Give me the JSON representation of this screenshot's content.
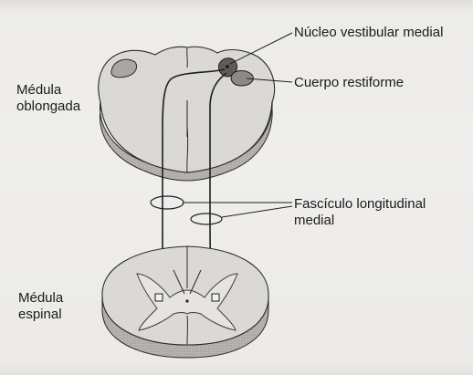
{
  "labels": {
    "medulla_oblongata": [
      "Médula",
      "oblongada"
    ],
    "vestibular_nucleus": "Núcleo vestibular medial",
    "restiform_body": "Cuerpo restiforme",
    "mlf": [
      "Fascículo longitudinal",
      "medial"
    ],
    "spinal_cord": [
      "Médula",
      "espinal"
    ]
  },
  "colors": {
    "tissue_fill": "#dcdad6",
    "tissue_shade": "#b9b6b1",
    "outline": "#2a2a2a",
    "nucleus_fill": "#6f6c68",
    "background": "#eceae7"
  }
}
